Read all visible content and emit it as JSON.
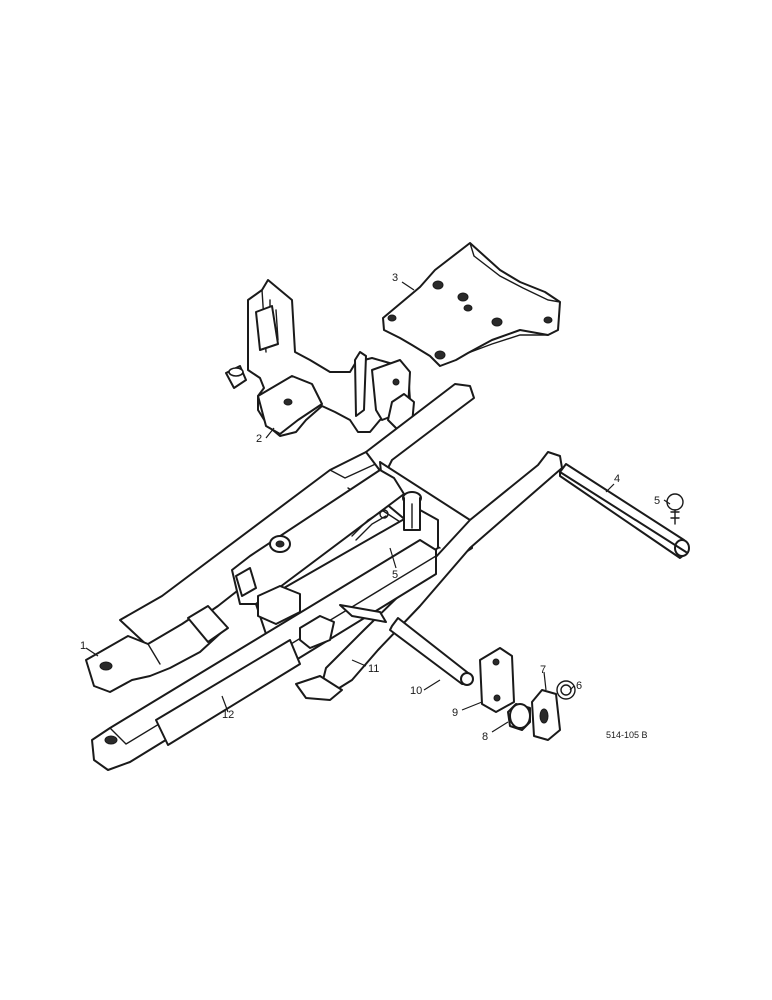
{
  "callouts": [
    {
      "id": "c1",
      "text": "1"
    },
    {
      "id": "c2",
      "text": "2"
    },
    {
      "id": "c3",
      "text": "3"
    },
    {
      "id": "c4",
      "text": "4"
    },
    {
      "id": "c5a",
      "text": "5"
    },
    {
      "id": "c5b",
      "text": "5"
    },
    {
      "id": "c6",
      "text": "6"
    },
    {
      "id": "c7",
      "text": "7"
    },
    {
      "id": "c8",
      "text": "8"
    },
    {
      "id": "c9",
      "text": "9"
    },
    {
      "id": "c10",
      "text": "10"
    },
    {
      "id": "c11",
      "text": "11"
    },
    {
      "id": "c12",
      "text": "12"
    }
  ],
  "reference_code": "514-105 B"
}
